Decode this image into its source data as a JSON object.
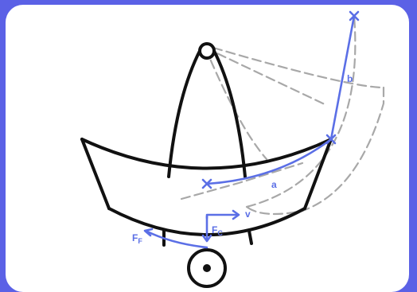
{
  "labels": {
    "a": "a",
    "b": "b",
    "v": "v",
    "fc": {
      "main": "F",
      "sub": "C"
    },
    "ff": {
      "main": "F",
      "sub": "F"
    }
  },
  "colors": {
    "frame": "#5b61e6",
    "background": "#ffffff",
    "outline": "#111111",
    "dashed": "#a8a8a8",
    "accent": "#5b6fe6"
  }
}
